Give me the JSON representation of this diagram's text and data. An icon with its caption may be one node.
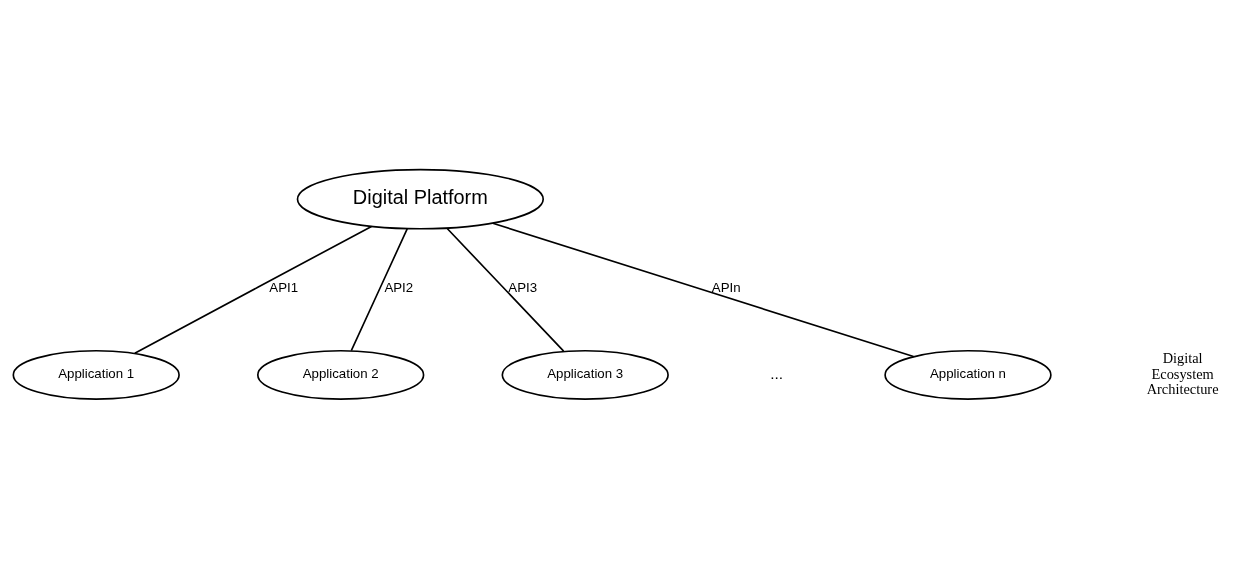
{
  "diagram": {
    "nodes": [
      {
        "text": [
          "Digital Platform"
        ]
      },
      {
        "text": [
          "Application 1"
        ]
      },
      {
        "text": [
          "Application 2"
        ]
      },
      {
        "text": [
          "Application 3"
        ]
      },
      {
        "text": [
          "Application n"
        ]
      }
    ],
    "edges": [
      {
        "from": 0,
        "to": 1,
        "arrow": "none",
        "label": "API1"
      },
      {
        "from": 0,
        "to": 2,
        "arrow": "none",
        "label": "API2"
      },
      {
        "from": 0,
        "to": 3,
        "arrow": "none",
        "label": "API3"
      },
      {
        "from": 0,
        "to": 4,
        "arrow": "none",
        "label": "APIn"
      }
    ],
    "labels": [
      "...",
      "Digital Ecosystem Architecture"
    ]
  }
}
